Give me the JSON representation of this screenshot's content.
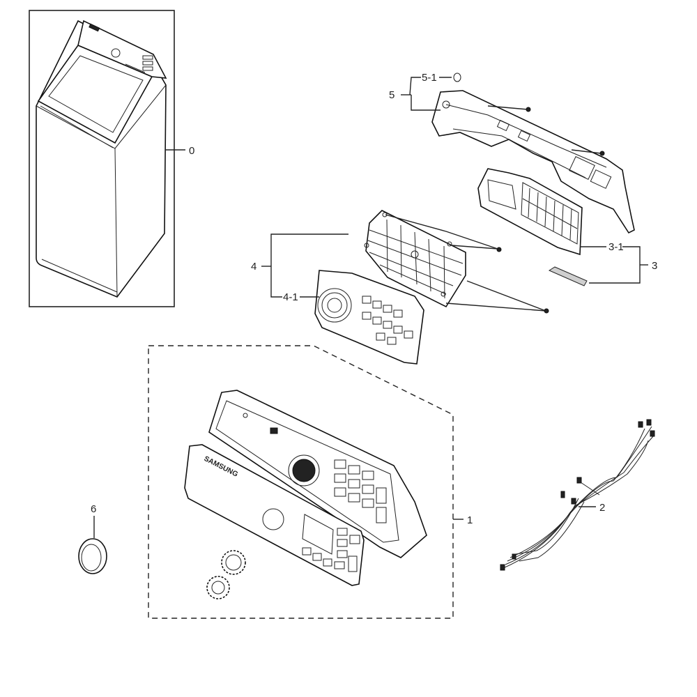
{
  "diagram": {
    "callouts": {
      "c0": "0",
      "c1": "1",
      "c2": "2",
      "c3": "3",
      "c3_1": "3-1",
      "c4": "4",
      "c4_1": "4-1",
      "c5": "5",
      "c5_1": "5-1",
      "c6": "6"
    },
    "logo_text": "SAMSUNG"
  }
}
